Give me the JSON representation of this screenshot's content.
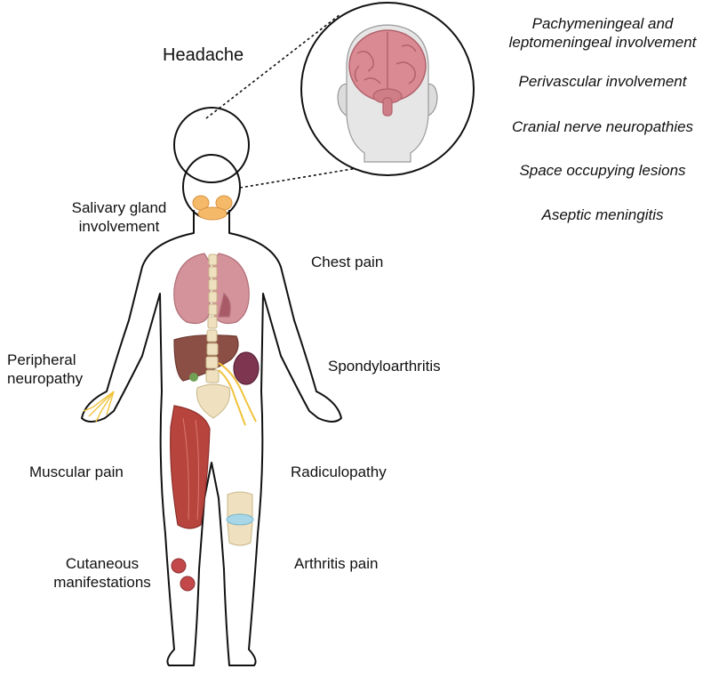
{
  "labels": {
    "headache": "Headache",
    "salivary_line1": "Salivary gland",
    "salivary_line2": "involvement",
    "chest_pain": "Chest pain",
    "peripheral_line1": "Peripheral",
    "peripheral_line2": "neuropathy",
    "spondyloarthritis": "Spondyloarthritis",
    "muscular_pain": "Muscular pain",
    "radiculopathy": "Radiculopathy",
    "cutaneous_line1": "Cutaneous",
    "cutaneous_line2": "manifestations",
    "arthritis_pain": "Arthritis pain"
  },
  "headache_list": {
    "item1_line1": "Pachymeningeal and",
    "item1_line2": "leptomeningeal involvement",
    "item2": "Perivascular involvement",
    "item3": "Cranial nerve neuropathies",
    "item4": "Space occupying lesions",
    "item5": "Aseptic meningitis"
  },
  "colors": {
    "outline": "#111111",
    "brain": "#d98a92",
    "lungs": "#d4939b",
    "liver": "#8c4f45",
    "kidney": "#7d3550",
    "spine": "#efe1bf",
    "muscle": "#b8443e",
    "nerves": "#f0c23b",
    "salivary": "#f5b96a",
    "skin_lesion": "#c2484a",
    "cartilage": "#a8d8e8"
  }
}
